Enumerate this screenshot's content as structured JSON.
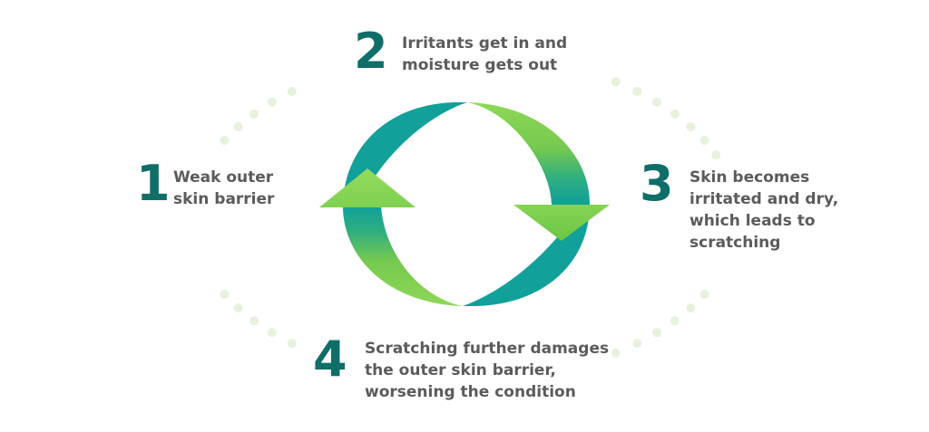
{
  "colors": {
    "number": "#0f6e68",
    "text": "#5b5b5b",
    "dots": "#e6f2dc",
    "arrow_light": "#8ed857",
    "arrow_dark": "#13a09a"
  },
  "steps": [
    {
      "number": "1",
      "lines": [
        "Weak outer",
        "skin barrier"
      ]
    },
    {
      "number": "2",
      "lines": [
        "Irritants get in and",
        "moisture gets out"
      ]
    },
    {
      "number": "3",
      "lines": [
        "Skin becomes",
        "irritated and dry,",
        "which leads to",
        "scratching"
      ]
    },
    {
      "number": "4",
      "lines": [
        "Scratching further damages",
        "the outer skin barrier,",
        "worsening the condition"
      ]
    }
  ]
}
